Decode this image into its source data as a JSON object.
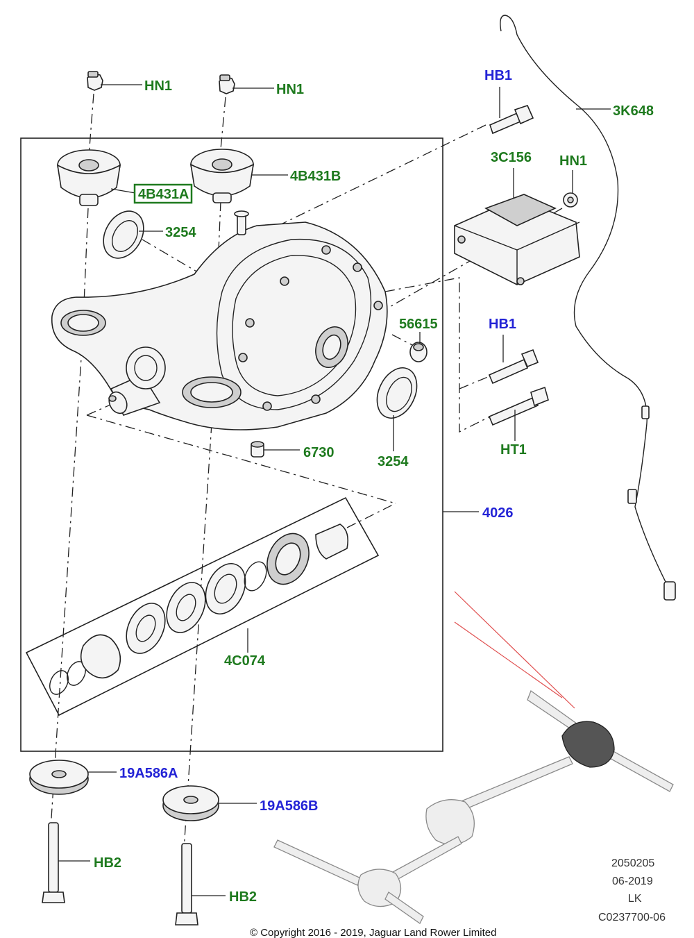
{
  "labels": {
    "hn1_left": "HN1",
    "hn1_mid": "HN1",
    "hn1_right": "HN1",
    "b431a": "4B431A",
    "b431b": "4B431B",
    "seal_top": "3254",
    "seal_bottom": "3254",
    "hb1_top": "HB1",
    "hb1_mid": "HB1",
    "k648": "3K648",
    "c156": "3C156",
    "p56615": "56615",
    "p6730": "6730",
    "ht1": "HT1",
    "p4026": "4026",
    "c074": "4C074",
    "a586a": "19A586A",
    "a586b": "19A586B",
    "hb2_left": "HB2",
    "hb2_right": "HB2"
  },
  "colors": {
    "green_label": "#1e7a1e",
    "blue_label": "#2323d6",
    "pointer_red": "#e05050",
    "highlight_box": "#1e7a1e"
  },
  "footer": {
    "code1": "2050205",
    "date": "06-2019",
    "initials": "LK",
    "ref": "C0237700-06",
    "copyright": "© Copyright 2016 - 2019, Jaguar Land Rower Limited"
  }
}
